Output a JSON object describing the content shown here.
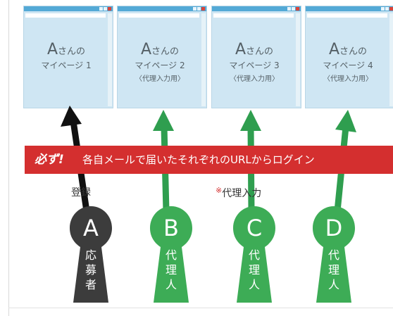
{
  "windows": [
    {
      "person": "A",
      "suffix": "さんの",
      "page": "マイページ 1",
      "proxy": ""
    },
    {
      "person": "A",
      "suffix": "さんの",
      "page": "マイページ 2",
      "proxy": "〈代理入力用〉"
    },
    {
      "person": "A",
      "suffix": "さんの",
      "page": "マイページ 3",
      "proxy": "〈代理入力用〉"
    },
    {
      "person": "A",
      "suffix": "さんの",
      "page": "マイページ 4",
      "proxy": "〈代理入力用〉"
    }
  ],
  "banner": {
    "must": "必ず!",
    "text": "各自メールで届いたそれぞれのURLからログイン",
    "color": "#d42f2f"
  },
  "notes": {
    "register": "登録",
    "proxy_mark": "※",
    "proxy_input": "代理入力"
  },
  "pawns": [
    {
      "letter": "A",
      "role": [
        "応",
        "募",
        "者"
      ],
      "color": "#3c3c3c"
    },
    {
      "letter": "B",
      "role": [
        "代",
        "理",
        "人"
      ],
      "color": "#3dac56"
    },
    {
      "letter": "C",
      "role": [
        "代",
        "理",
        "人"
      ],
      "color": "#3dac56"
    },
    {
      "letter": "D",
      "role": [
        "代",
        "理",
        "人"
      ],
      "color": "#3dac56"
    }
  ],
  "colors": {
    "window_fill": "#cfe6f3",
    "title_bar": "#53a9d6",
    "arrow_black": "#111111",
    "arrow_green": "#2f9e4f"
  }
}
